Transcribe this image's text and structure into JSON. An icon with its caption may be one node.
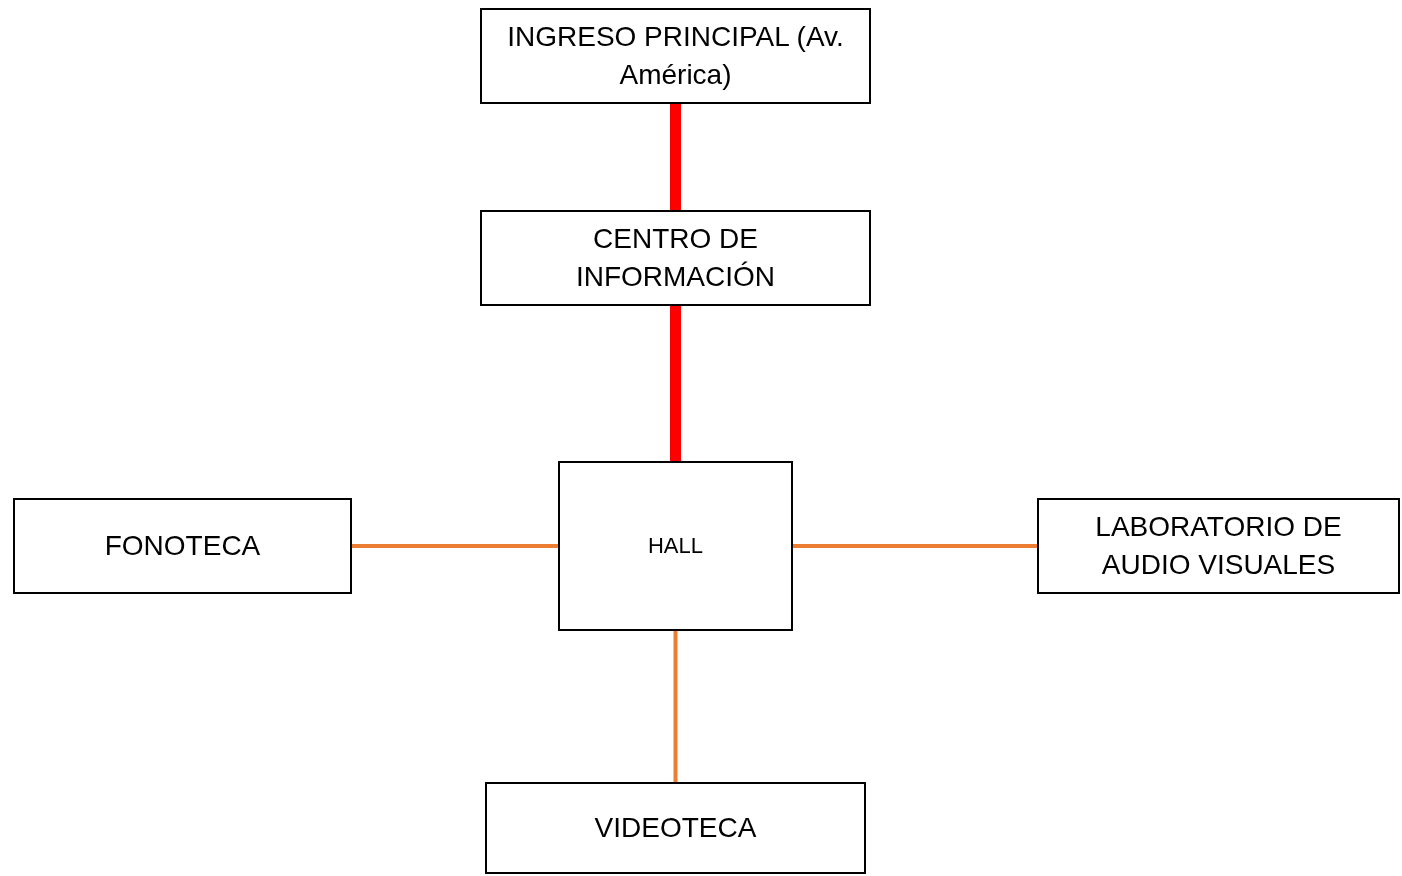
{
  "diagram": {
    "nodes": [
      {
        "text": [
          "INGRESO PRINCIPAL (Av. América)"
        ]
      },
      {
        "text": [
          "CENTRO DE INFORMACIÓN"
        ]
      },
      {
        "text": [
          "HALL"
        ]
      },
      {
        "text": [
          "FONOTECA"
        ]
      },
      {
        "text": [
          "LABORATORIO DE AUDIO VISUALES"
        ]
      },
      {
        "text": [
          "VIDEOTECA"
        ]
      }
    ],
    "edges": [
      {
        "from": 0,
        "to": 1,
        "arrow": "none",
        "style": "thick",
        "color": "#ff0000"
      },
      {
        "from": 1,
        "to": 2,
        "arrow": "none",
        "style": "thick",
        "color": "#ff0000"
      },
      {
        "from": 3,
        "to": 2,
        "arrow": "none"
      },
      {
        "from": 2,
        "to": 4,
        "arrow": "none"
      },
      {
        "from": 2,
        "to": 5,
        "arrow": "none"
      }
    ]
  }
}
